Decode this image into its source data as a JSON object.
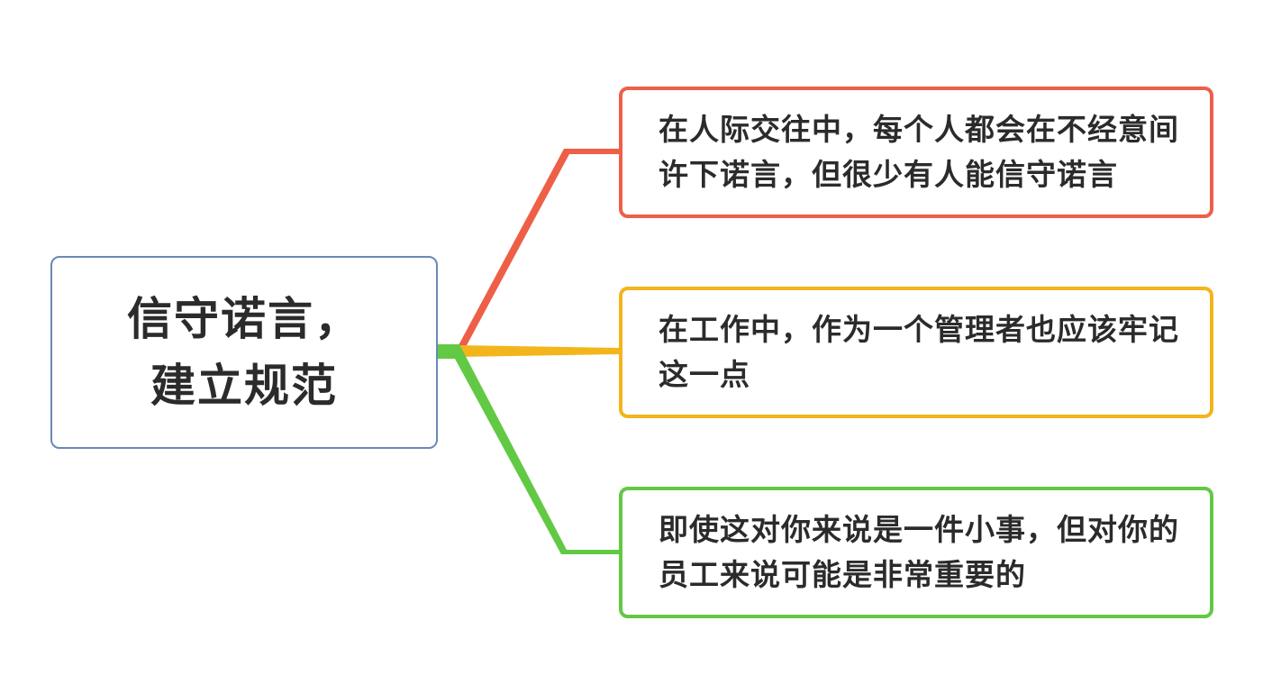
{
  "root": {
    "text": "信守诺言，建立规范",
    "border_color": "#6b88b5"
  },
  "branches": [
    {
      "text": "在人际交往中，每个人都会在不经意间许下诺言，但很少有人能信守诺言",
      "color": "#ee5f48"
    },
    {
      "text": "在工作中，作为一个管理者也应该牢记这一点",
      "color": "#f3b51c"
    },
    {
      "text": "即使这对你来说是一件小事，但对你的员工来说可能是非常重要的",
      "color": "#62c944"
    }
  ]
}
